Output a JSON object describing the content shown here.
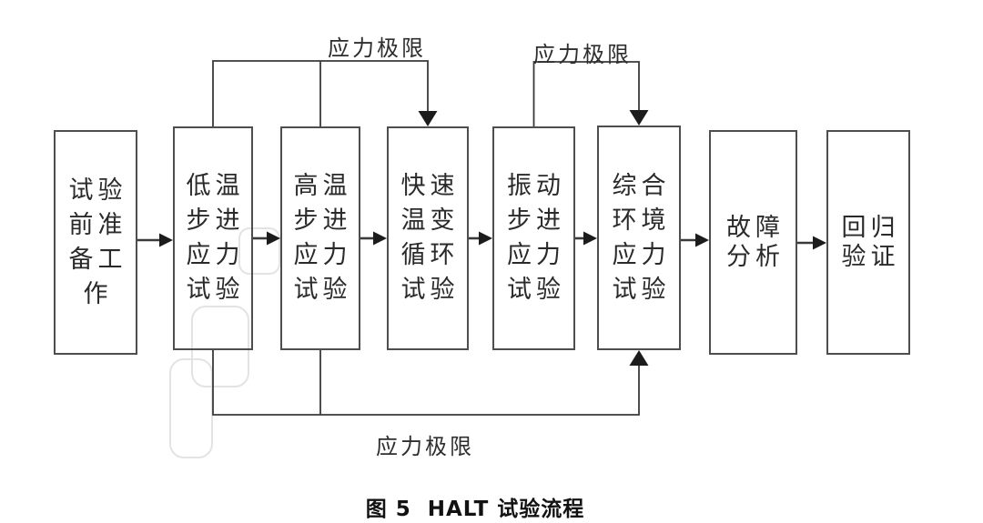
{
  "figure": {
    "caption_label": "图 5",
    "caption_title": "HALT 试验流程"
  },
  "labels": {
    "stress_limit_top_left": "应力极限",
    "stress_limit_top_right": "应力极限",
    "stress_limit_bottom": "应力极限"
  },
  "flow": {
    "boxes": [
      {
        "id": "test-preparation",
        "label": "试验前准备工作",
        "lines": [
          "试验",
          "前准",
          "备工",
          "作"
        ]
      },
      {
        "id": "low-temp-step",
        "label": "低温步进应力试验",
        "lines": [
          "低温",
          "步进",
          "应力",
          "试验"
        ]
      },
      {
        "id": "high-temp-step",
        "label": "高温步进应力试验",
        "lines": [
          "高温",
          "步进",
          "应力",
          "试验"
        ]
      },
      {
        "id": "rapid-thermal-cycle",
        "label": "快速温变循环试验",
        "lines": [
          "快速",
          "温变",
          "循环",
          "试验"
        ]
      },
      {
        "id": "vibration-step",
        "label": "振动步进应力试验",
        "lines": [
          "振动",
          "步进",
          "应力",
          "试验"
        ]
      },
      {
        "id": "combined-env-stress",
        "label": "综合环境应力试验",
        "lines": [
          "综合",
          "环境",
          "应力",
          "试验"
        ]
      },
      {
        "id": "fault-analysis",
        "label": "故障分析",
        "lines": [
          "故障",
          "分析"
        ]
      },
      {
        "id": "regression-verify",
        "label": "回归验证",
        "lines": [
          "回归",
          "验证"
        ]
      }
    ]
  },
  "colors": {
    "connector_line": "#3a3a3a",
    "arrow_head": "#1c1c1c",
    "box_border": "#4e4e4e",
    "text": "#2a2a2a",
    "watermark": "#e3e3e3"
  }
}
